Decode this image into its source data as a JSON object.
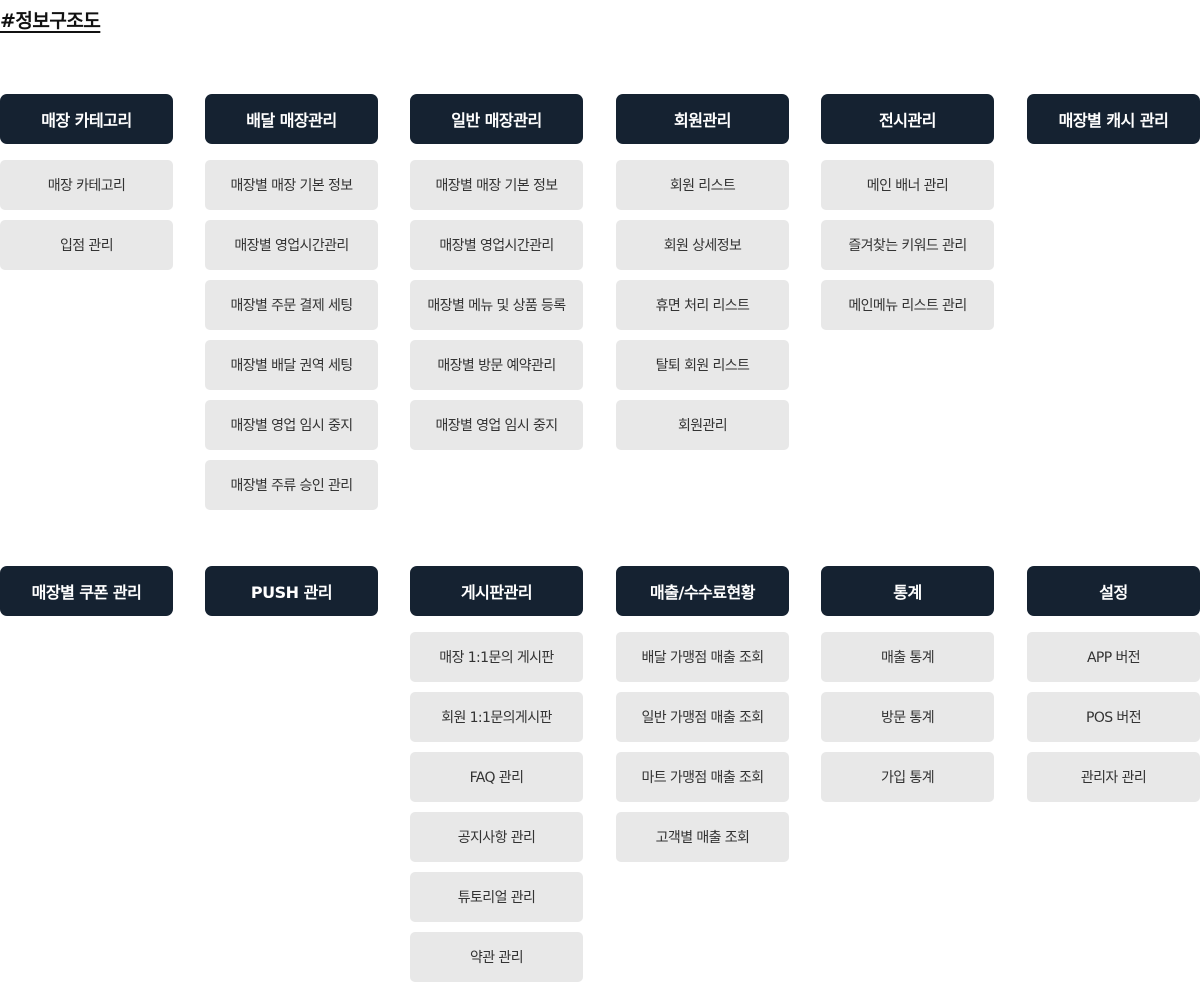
{
  "title": "#정보구조도",
  "rows": [
    [
      {
        "title": "매장 카테고리",
        "items": [
          "매장 카테고리",
          "입점 관리"
        ]
      },
      {
        "title": "배달 매장관리",
        "items": [
          "매장별 매장 기본 정보",
          "매장별 영업시간관리",
          "매장별 주문 결제 세팅",
          "매장별 배달 권역 세팅",
          "매장별 영업 임시 중지",
          "매장별 주류 승인 관리"
        ]
      },
      {
        "title": "일반 매장관리",
        "items": [
          "매장별 매장 기본 정보",
          "매장별 영업시간관리",
          "매장별 메뉴 및 상품 등록",
          "매장별 방문 예약관리",
          "매장별 영업 임시 중지"
        ]
      },
      {
        "title": "회원관리",
        "items": [
          "회원 리스트",
          "회원 상세정보",
          "휴면 처리 리스트",
          "탈퇴 회원 리스트",
          "회원관리"
        ]
      },
      {
        "title": "전시관리",
        "items": [
          "메인 배너 관리",
          "즐겨찾는 키워드 관리",
          "메인메뉴 리스트 관리"
        ]
      },
      {
        "title": "매장별 캐시 관리",
        "items": []
      }
    ],
    [
      {
        "title": "매장별 쿠폰 관리",
        "items": []
      },
      {
        "title": "PUSH 관리",
        "items": []
      },
      {
        "title": "게시판관리",
        "items": [
          "매장 1:1문의 게시판",
          "회원 1:1문의게시판",
          "FAQ 관리",
          "공지사항 관리",
          "튜토리얼 관리",
          "약관 관리"
        ]
      },
      {
        "title": "매출/수수료현황",
        "items": [
          "배달 가맹점 매출 조회",
          "일반 가맹점 매출 조회",
          "마트 가맹점 매출 조회",
          "고객별 매출 조회"
        ]
      },
      {
        "title": "통계",
        "items": [
          "매출 통계",
          "방문 통계",
          "가입 통계"
        ]
      },
      {
        "title": "설정",
        "items": [
          "APP 버전",
          "POS 버전",
          "관리자 관리"
        ]
      }
    ]
  ]
}
